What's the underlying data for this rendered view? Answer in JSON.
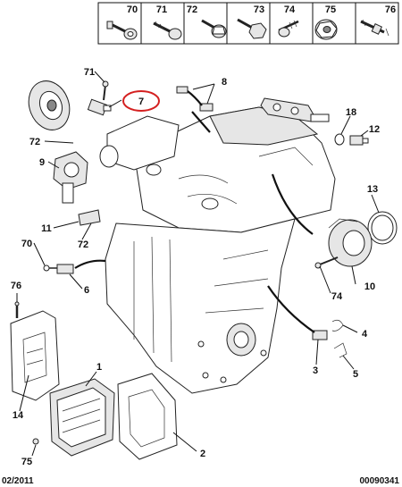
{
  "header_parts": [
    {
      "ref": "70",
      "icon": "screw-with-washer"
    },
    {
      "ref": "71",
      "icon": "screw"
    },
    {
      "ref": "72",
      "icon": "flange-screw"
    },
    {
      "ref": "73",
      "icon": "hex-screw"
    },
    {
      "ref": "74",
      "icon": "self-tapping-screw"
    },
    {
      "ref": "75",
      "icon": "flange-nut"
    },
    {
      "ref": "76",
      "icon": "stud"
    }
  ],
  "callouts": {
    "c1": "1",
    "c2": "2",
    "c3": "3",
    "c4": "4",
    "c5": "5",
    "c6": "6",
    "c7": "7",
    "c8": "8",
    "c9": "9",
    "c10": "10",
    "c11": "11",
    "c12": "12",
    "c13": "13",
    "c14": "14",
    "c18": "18",
    "c70": "70",
    "c71": "71",
    "c72a": "72",
    "c72b": "72",
    "c74": "74",
    "c75": "75",
    "c76": "76"
  },
  "highlight": {
    "ref": "7",
    "color": "#d42020"
  },
  "footer": {
    "date": "02/2011",
    "code": "00090341"
  }
}
